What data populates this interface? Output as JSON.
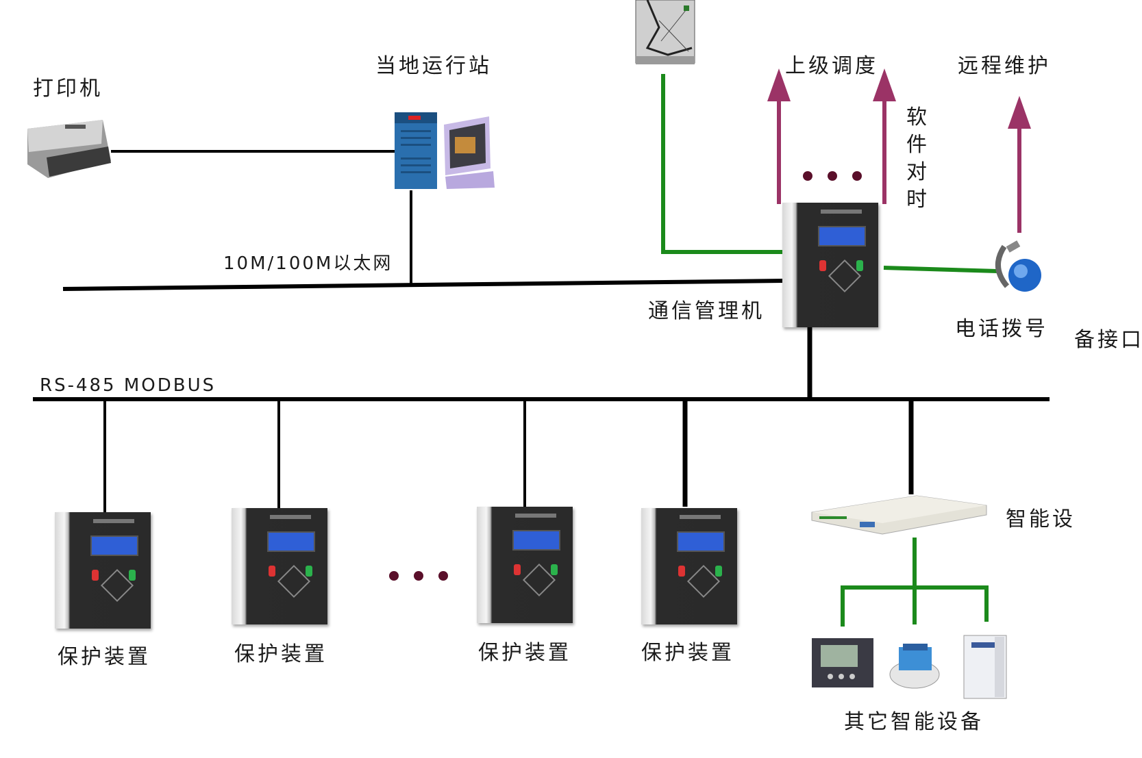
{
  "colors": {
    "bus": "#000000",
    "green_link": "#1b8a1b",
    "arrow": "#9b3366",
    "dots": "#5a0f2a",
    "text": "#1a1a1a"
  },
  "labels": {
    "printer": "打印机",
    "local_station": "当地运行站",
    "upper_dispatch": "上级调度",
    "remote_maintenance": "远程维护",
    "software_timing": [
      "软",
      "件",
      "对",
      "时"
    ],
    "ethernet": "10M/100M以太网",
    "comm_manager": "通信管理机",
    "phone_dial": "电话拨号",
    "backup_interface": "备接口",
    "rs485": "RS-485 MODBUS",
    "protection_device": "保护装置",
    "smart_device": "智能设",
    "other_smart_devices": "其它智能设备"
  },
  "icons": {
    "printer": "printer-icon",
    "server": "server-tower-icon",
    "monitor": "computer-monitor-icon",
    "gps_antenna": "gps-antenna-icon",
    "comm_manager": "comm-manager-device-icon",
    "phone_globe": "phone-globe-icon",
    "protection": "protection-relay-icon",
    "switch": "network-switch-icon",
    "meter": "power-meter-icon",
    "transmitter": "temperature-transmitter-icon",
    "ups": "ups-cabinet-icon"
  }
}
